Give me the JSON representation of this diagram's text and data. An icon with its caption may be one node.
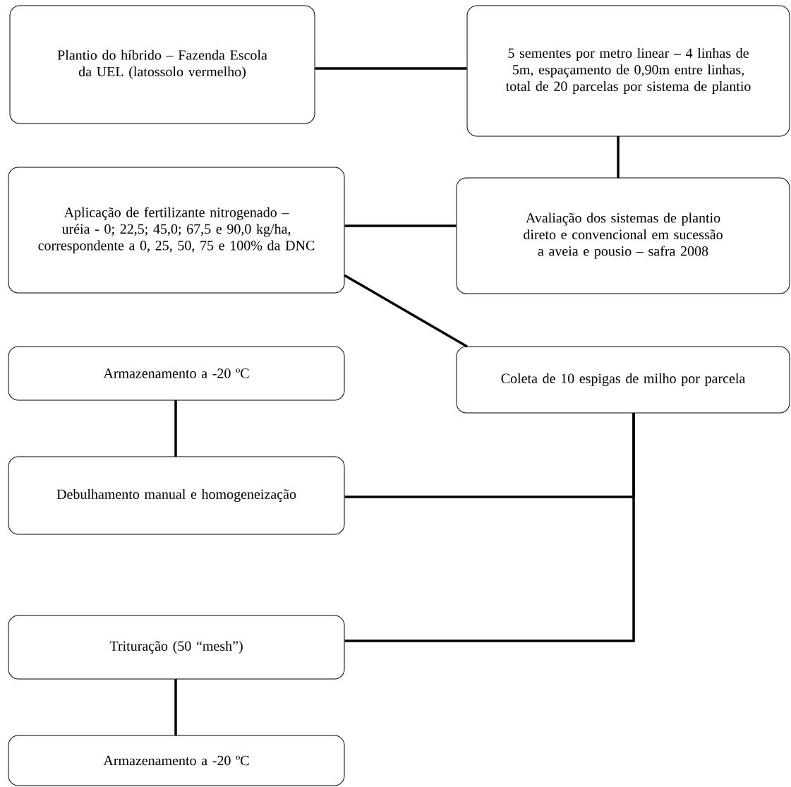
{
  "diagram": {
    "nodes": [
      {
        "text": [
          "Plantio do híbrido – Fazenda Escola da UEL (latossolo vermelho)"
        ]
      },
      {
        "text": [
          "5 sementes por metro linear – 4 linhas de 5m, espaçamento de 0,90m entre linhas, total de 20 parcelas por sistema de plantio"
        ]
      },
      {
        "text": [
          "Aplicação de fertilizante nitrogenado – uréia - 0; 22,5; 45,0; 67,5 e 90,0 kg/ha, correspondente a 0, 25, 50, 75 e 100% da DNC"
        ]
      },
      {
        "text": [
          "Avaliação dos sistemas de plantio direto e convencional em sucessão a aveia e pousio – safra 2008"
        ]
      },
      {
        "text": [
          "Armazenamento a -20 ºC"
        ]
      },
      {
        "text": [
          "Coleta de 10 espigas de milho por parcela"
        ]
      },
      {
        "text": [
          "Debulhamento manual e homogeneização"
        ]
      },
      {
        "text": [
          "Trituração (50 “mesh”)"
        ]
      },
      {
        "text": [
          "Armazenamento a -20 ºC"
        ]
      }
    ],
    "edges": [
      {
        "from": 0,
        "to": 1,
        "arrow": "none"
      },
      {
        "from": 1,
        "to": 3,
        "arrow": "none"
      },
      {
        "from": 2,
        "to": 3,
        "arrow": "none"
      },
      {
        "from": 2,
        "to": 5,
        "arrow": "none"
      },
      {
        "from": 4,
        "to": 6,
        "arrow": "none"
      },
      {
        "from": 5,
        "to": 6,
        "arrow": "none"
      },
      {
        "from": 5,
        "to": 7,
        "arrow": "none"
      },
      {
        "from": 7,
        "to": 8,
        "arrow": "none"
      }
    ]
  }
}
